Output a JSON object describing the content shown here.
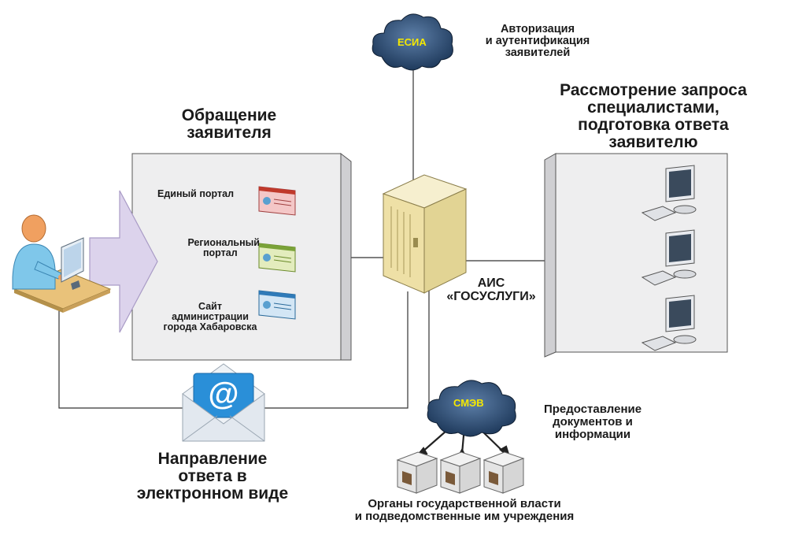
{
  "applicant": {
    "title_line1": "Обращение",
    "title_line2": "заявителя",
    "portals": [
      {
        "label_line1": "Единый портал",
        "label_line2": "",
        "label_line3": ""
      },
      {
        "label_line1": "Региональный",
        "label_line2": "портал",
        "label_line3": ""
      },
      {
        "label_line1": "Сайт",
        "label_line2": "администрации",
        "label_line3": "города Хабаровска"
      }
    ]
  },
  "esia": {
    "cloud_label": "ЕСИА",
    "desc_line1": "Авторизация",
    "desc_line2": "и аутентификация",
    "desc_line3": "заявителей"
  },
  "review": {
    "title_line1": "Рассмотрение запроса",
    "title_line2": "специалистами,",
    "title_line3": "подготовка ответа",
    "title_line4": "заявителю"
  },
  "ais": {
    "label_line1": "АИС",
    "label_line2": "«ГОСУСЛУГИ»"
  },
  "smev": {
    "cloud_label": "СМЭВ",
    "desc_line1": "Предоставление",
    "desc_line2": "документов и",
    "desc_line3": "информации"
  },
  "authorities": {
    "label_line1": "Органы государственной власти",
    "label_line2": "и подведомственные им учреждения"
  },
  "response": {
    "title_line1": "Направление",
    "title_line2": "ответа в",
    "title_line3": "электронном виде",
    "email_symbol": "@"
  },
  "colors": {
    "cloud": "#1f3a5c",
    "cloud_label": "#f5e800",
    "panel": "#eeeeef",
    "arrow": "#dcd3ec",
    "email": "#2a8fd8",
    "line": "#333333"
  }
}
